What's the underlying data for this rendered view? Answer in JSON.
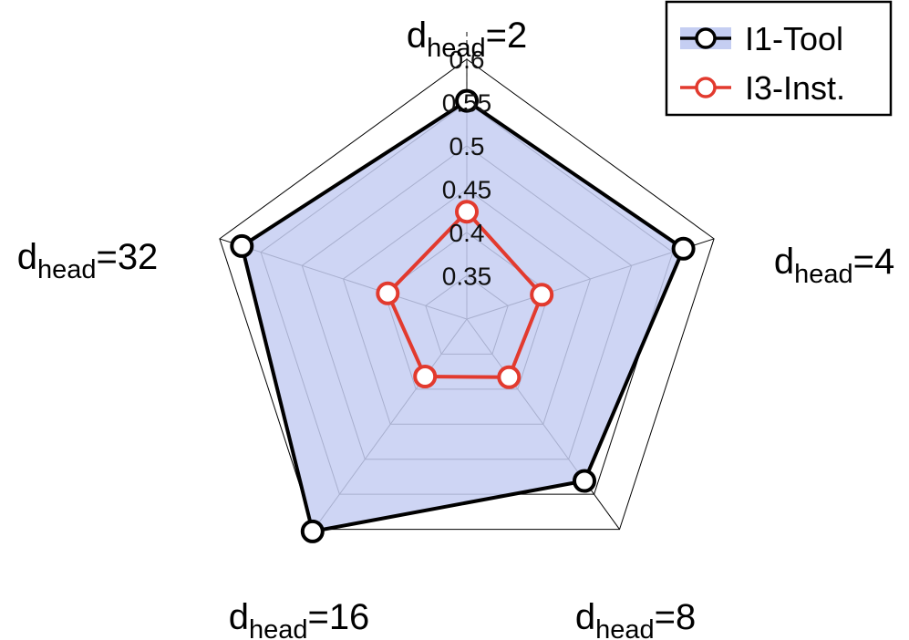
{
  "chart_data": {
    "type": "radar",
    "axes": [
      {
        "base": "d",
        "sub": "head",
        "suffix": "=2"
      },
      {
        "base": "d",
        "sub": "head",
        "suffix": "=4"
      },
      {
        "base": "d",
        "sub": "head",
        "suffix": "=8"
      },
      {
        "base": "d",
        "sub": "head",
        "suffix": "=16"
      },
      {
        "base": "d",
        "sub": "head",
        "suffix": "=32"
      }
    ],
    "radial_range": [
      0.3,
      0.6
    ],
    "radial_ticks": [
      0.35,
      0.4,
      0.45,
      0.5,
      0.55,
      0.6
    ],
    "tick_labels": [
      "0.35",
      "0.4",
      "0.45",
      "0.5",
      "0.55",
      "0.6"
    ],
    "series": [
      {
        "name": "I1-Tool",
        "values": [
          0.552,
          0.563,
          0.531,
          0.603,
          0.573
        ],
        "color": "#000000",
        "fill": "#c5cef2",
        "filled": true
      },
      {
        "name": "I3-Inst.",
        "values": [
          0.424,
          0.391,
          0.383,
          0.382,
          0.396
        ],
        "color": "#e23a2e",
        "filled": false
      }
    ],
    "legend_position": "top-right",
    "grid": true
  }
}
